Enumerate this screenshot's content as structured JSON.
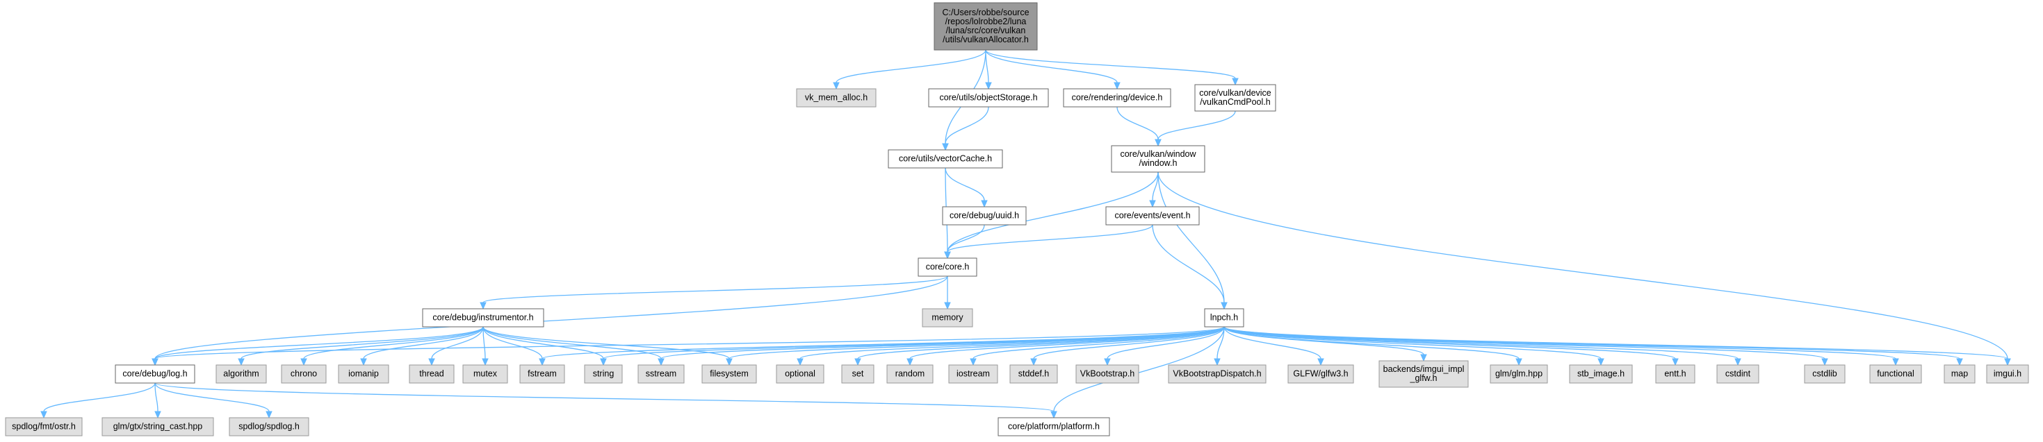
{
  "colors": {
    "edge": "#63b8ff",
    "root_fill": "#999999",
    "doc_fill": "#ffffff",
    "system_fill": "#e0e0e0",
    "border": "#666666"
  },
  "nodes": [
    {
      "id": "root",
      "kind": "root",
      "lines": [
        "C:/Users/robbe/source",
        "/repos/lolrobbe2/luna",
        "/luna/src/core/vulkan",
        "/utils/vulkanAllocator.h"
      ]
    },
    {
      "id": "vk_mem",
      "kind": "sys",
      "lines": [
        "vk_mem_alloc.h"
      ]
    },
    {
      "id": "objStorage",
      "kind": "doc",
      "lines": [
        "core/utils/objectStorage.h"
      ]
    },
    {
      "id": "device",
      "kind": "doc",
      "lines": [
        "core/rendering/device.h"
      ]
    },
    {
      "id": "cmdPool",
      "kind": "doc",
      "lines": [
        "core/vulkan/device",
        "/vulkanCmdPool.h"
      ]
    },
    {
      "id": "vectorCache",
      "kind": "doc",
      "lines": [
        "core/utils/vectorCache.h"
      ]
    },
    {
      "id": "window",
      "kind": "doc",
      "lines": [
        "core/vulkan/window",
        "/window.h"
      ]
    },
    {
      "id": "uuid",
      "kind": "doc",
      "lines": [
        "core/debug/uuid.h"
      ]
    },
    {
      "id": "event",
      "kind": "doc",
      "lines": [
        "core/events/event.h"
      ]
    },
    {
      "id": "core",
      "kind": "doc",
      "lines": [
        "core/core.h"
      ]
    },
    {
      "id": "memory",
      "kind": "sys",
      "lines": [
        "memory"
      ]
    },
    {
      "id": "instrumentor",
      "kind": "doc",
      "lines": [
        "core/debug/instrumentor.h"
      ]
    },
    {
      "id": "lnpch",
      "kind": "doc",
      "lines": [
        "lnpch.h"
      ]
    },
    {
      "id": "log",
      "kind": "doc",
      "lines": [
        "core/debug/log.h"
      ]
    },
    {
      "id": "algorithm",
      "kind": "sys",
      "lines": [
        "algorithm"
      ]
    },
    {
      "id": "chrono",
      "kind": "sys",
      "lines": [
        "chrono"
      ]
    },
    {
      "id": "iomanip",
      "kind": "sys",
      "lines": [
        "iomanip"
      ]
    },
    {
      "id": "thread",
      "kind": "sys",
      "lines": [
        "thread"
      ]
    },
    {
      "id": "mutex",
      "kind": "sys",
      "lines": [
        "mutex"
      ]
    },
    {
      "id": "fstream",
      "kind": "sys",
      "lines": [
        "fstream"
      ]
    },
    {
      "id": "string",
      "kind": "sys",
      "lines": [
        "string"
      ]
    },
    {
      "id": "sstream",
      "kind": "sys",
      "lines": [
        "sstream"
      ]
    },
    {
      "id": "filesystem",
      "kind": "sys",
      "lines": [
        "filesystem"
      ]
    },
    {
      "id": "optional",
      "kind": "sys",
      "lines": [
        "optional"
      ]
    },
    {
      "id": "set",
      "kind": "sys",
      "lines": [
        "set"
      ]
    },
    {
      "id": "random",
      "kind": "sys",
      "lines": [
        "random"
      ]
    },
    {
      "id": "iostream",
      "kind": "sys",
      "lines": [
        "iostream"
      ]
    },
    {
      "id": "stddef",
      "kind": "sys",
      "lines": [
        "stddef.h"
      ]
    },
    {
      "id": "vkbootstrap",
      "kind": "sys",
      "lines": [
        "VkBootstrap.h"
      ]
    },
    {
      "id": "vkbdispatch",
      "kind": "sys",
      "lines": [
        "VkBootstrapDispatch.h"
      ]
    },
    {
      "id": "glfw3",
      "kind": "sys",
      "lines": [
        "GLFW/glfw3.h"
      ]
    },
    {
      "id": "imguiglfw",
      "kind": "sys",
      "lines": [
        "backends/imgui_impl",
        "_glfw.h"
      ]
    },
    {
      "id": "glm",
      "kind": "sys",
      "lines": [
        "glm/glm.hpp"
      ]
    },
    {
      "id": "stbimage",
      "kind": "sys",
      "lines": [
        "stb_image.h"
      ]
    },
    {
      "id": "entt",
      "kind": "sys",
      "lines": [
        "entt.h"
      ]
    },
    {
      "id": "cstdint",
      "kind": "sys",
      "lines": [
        "cstdint"
      ]
    },
    {
      "id": "cstdlib",
      "kind": "sys",
      "lines": [
        "cstdlib"
      ]
    },
    {
      "id": "functional",
      "kind": "sys",
      "lines": [
        "functional"
      ]
    },
    {
      "id": "map",
      "kind": "sys",
      "lines": [
        "map"
      ]
    },
    {
      "id": "imgui",
      "kind": "sys",
      "lines": [
        "imgui.h"
      ]
    },
    {
      "id": "ostr",
      "kind": "sys",
      "lines": [
        "spdlog/fmt/ostr.h"
      ]
    },
    {
      "id": "stringcast",
      "kind": "sys",
      "lines": [
        "glm/gtx/string_cast.hpp"
      ]
    },
    {
      "id": "spdlog",
      "kind": "sys",
      "lines": [
        "spdlog/spdlog.h"
      ]
    },
    {
      "id": "platform",
      "kind": "doc",
      "lines": [
        "core/platform/platform.h"
      ]
    }
  ],
  "edges": [
    [
      "root",
      "vk_mem"
    ],
    [
      "root",
      "vectorCache"
    ],
    [
      "root",
      "objStorage"
    ],
    [
      "root",
      "device"
    ],
    [
      "root",
      "cmdPool"
    ],
    [
      "objStorage",
      "vectorCache"
    ],
    [
      "device",
      "window"
    ],
    [
      "cmdPool",
      "window"
    ],
    [
      "vectorCache",
      "uuid"
    ],
    [
      "vectorCache",
      "core"
    ],
    [
      "uuid",
      "core"
    ],
    [
      "window",
      "core"
    ],
    [
      "window",
      "event"
    ],
    [
      "window",
      "lnpch"
    ],
    [
      "window",
      "imgui"
    ],
    [
      "event",
      "core"
    ],
    [
      "event",
      "lnpch"
    ],
    [
      "core",
      "memory"
    ],
    [
      "core",
      "instrumentor"
    ],
    [
      "core",
      "log"
    ],
    [
      "instrumentor",
      "log"
    ],
    [
      "instrumentor",
      "algorithm"
    ],
    [
      "instrumentor",
      "chrono"
    ],
    [
      "instrumentor",
      "iomanip"
    ],
    [
      "instrumentor",
      "thread"
    ],
    [
      "instrumentor",
      "mutex"
    ],
    [
      "instrumentor",
      "fstream"
    ],
    [
      "instrumentor",
      "string"
    ],
    [
      "instrumentor",
      "sstream"
    ],
    [
      "instrumentor",
      "filesystem"
    ],
    [
      "lnpch",
      "log"
    ],
    [
      "lnpch",
      "fstream"
    ],
    [
      "lnpch",
      "string"
    ],
    [
      "lnpch",
      "sstream"
    ],
    [
      "lnpch",
      "filesystem"
    ],
    [
      "lnpch",
      "optional"
    ],
    [
      "lnpch",
      "set"
    ],
    [
      "lnpch",
      "random"
    ],
    [
      "lnpch",
      "iostream"
    ],
    [
      "lnpch",
      "stddef"
    ],
    [
      "lnpch",
      "vkbootstrap"
    ],
    [
      "lnpch",
      "vkbdispatch"
    ],
    [
      "lnpch",
      "glfw3"
    ],
    [
      "lnpch",
      "imguiglfw"
    ],
    [
      "lnpch",
      "glm"
    ],
    [
      "lnpch",
      "stbimage"
    ],
    [
      "lnpch",
      "entt"
    ],
    [
      "lnpch",
      "cstdint"
    ],
    [
      "lnpch",
      "cstdlib"
    ],
    [
      "lnpch",
      "functional"
    ],
    [
      "lnpch",
      "map"
    ],
    [
      "lnpch",
      "imgui"
    ],
    [
      "lnpch",
      "platform"
    ],
    [
      "log",
      "ostr"
    ],
    [
      "log",
      "stringcast"
    ],
    [
      "log",
      "spdlog"
    ],
    [
      "log",
      "platform"
    ]
  ]
}
